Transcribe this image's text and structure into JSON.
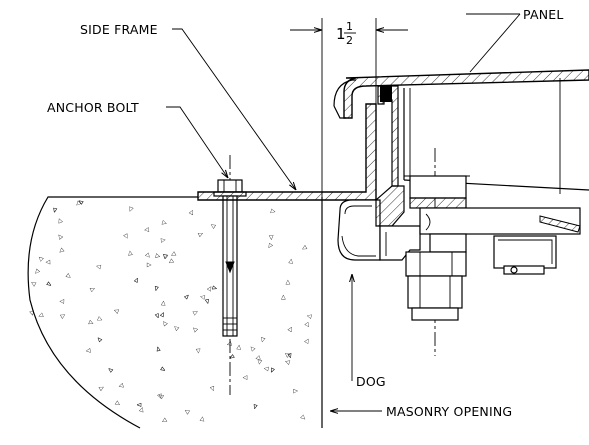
{
  "labels": {
    "side_frame": "SIDE FRAME",
    "panel": "PANEL",
    "anchor_bolt": "ANCHOR BOLT",
    "dog": "DOG",
    "masonry_opening": "MASONRY OPENING"
  },
  "dimension": {
    "whole": "1",
    "numerator": "1",
    "denominator": "2"
  }
}
